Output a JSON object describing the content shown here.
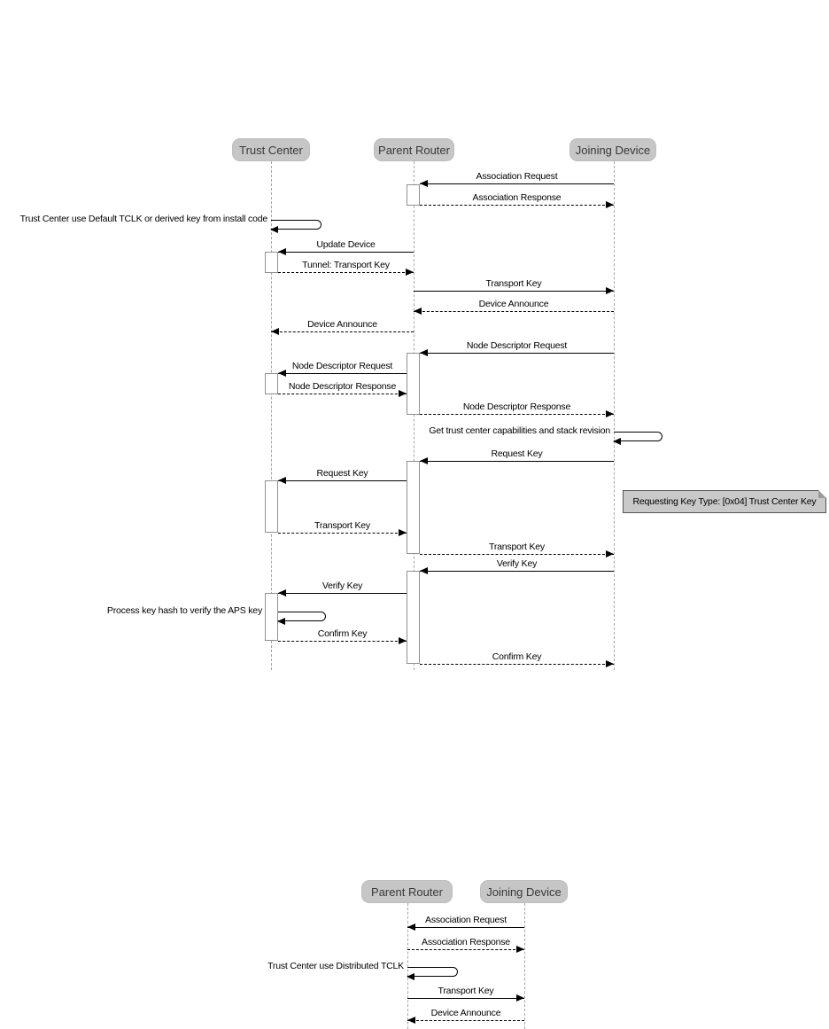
{
  "colors": {
    "background": "#ffffff",
    "actor_fill": "#c6c6c6",
    "actor_text": "#383838",
    "lifeline": "#a6a6a6",
    "message_line": "#000000",
    "note_fill": "#c9c9c9",
    "activation_fill": "#ffffff"
  },
  "diagram1": {
    "actors": [
      "Trust Center",
      "Parent Router",
      "Joining Device"
    ],
    "messages": [
      {
        "label": "Association Request",
        "from": "Joining Device",
        "to": "Parent Router",
        "line": "solid"
      },
      {
        "label": "Association Response",
        "from": "Parent Router",
        "to": "Joining Device",
        "line": "dashed"
      },
      {
        "label": "Update Device",
        "from": "Parent Router",
        "to": "Trust Center",
        "line": "solid"
      },
      {
        "label": "Tunnel: Transport Key",
        "from": "Trust Center",
        "to": "Parent Router",
        "line": "dashed"
      },
      {
        "label": "Transport Key",
        "from": "Parent Router",
        "to": "Joining Device",
        "line": "solid"
      },
      {
        "label": "Device Announce",
        "from": "Joining Device",
        "to": "Parent Router",
        "line": "dashed"
      },
      {
        "label": "Device Announce",
        "from": "Parent Router",
        "to": "Trust Center",
        "line": "dashed"
      },
      {
        "label": "Node Descriptor Request",
        "from": "Joining Device",
        "to": "Parent Router",
        "line": "solid"
      },
      {
        "label": "Node Descriptor Request",
        "from": "Parent Router",
        "to": "Trust Center",
        "line": "solid"
      },
      {
        "label": "Node Descriptor Response",
        "from": "Trust Center",
        "to": "Parent Router",
        "line": "dashed"
      },
      {
        "label": "Node Descriptor Response",
        "from": "Parent Router",
        "to": "Joining Device",
        "line": "dashed"
      },
      {
        "label": "Request Key",
        "from": "Joining Device",
        "to": "Parent Router",
        "line": "solid"
      },
      {
        "label": "Request Key",
        "from": "Parent Router",
        "to": "Trust Center",
        "line": "solid"
      },
      {
        "label": "Transport Key",
        "from": "Trust Center",
        "to": "Parent Router",
        "line": "dashed"
      },
      {
        "label": "Transport Key",
        "from": "Parent Router",
        "to": "Joining Device",
        "line": "dashed"
      },
      {
        "label": "Verify Key",
        "from": "Joining Device",
        "to": "Parent Router",
        "line": "solid"
      },
      {
        "label": "Verify Key",
        "from": "Parent Router",
        "to": "Trust Center",
        "line": "solid"
      },
      {
        "label": "Confirm Key",
        "from": "Trust Center",
        "to": "Parent Router",
        "line": "dashed"
      },
      {
        "label": "Confirm Key",
        "from": "Parent Router",
        "to": "Joining Device",
        "line": "dashed"
      }
    ],
    "self_messages": [
      {
        "label": "Trust Center use Default TCLK or derived key from install code",
        "actor": "Trust Center"
      },
      {
        "label": "Get trust center capabilities and stack revision",
        "actor": "Joining Device"
      },
      {
        "label": "Process key hash to verify the APS key",
        "actor": "Trust Center"
      }
    ],
    "note": {
      "text": "Requesting Key Type: [0x04] Trust Center Key"
    }
  },
  "diagram2": {
    "actors": [
      "Parent Router",
      "Joining Device"
    ],
    "messages": [
      {
        "label": "Association Request",
        "from": "Joining Device",
        "to": "Parent Router",
        "line": "solid"
      },
      {
        "label": "Association Response",
        "from": "Parent Router",
        "to": "Joining Device",
        "line": "dashed"
      },
      {
        "label": "Transport Key",
        "from": "Parent Router",
        "to": "Joining Device",
        "line": "solid"
      },
      {
        "label": "Device Announce",
        "from": "Joining Device",
        "to": "Parent Router",
        "line": "dashed"
      }
    ],
    "self_messages": [
      {
        "label": "Trust Center use Distributed TCLK",
        "actor": "Parent Router"
      }
    ]
  }
}
